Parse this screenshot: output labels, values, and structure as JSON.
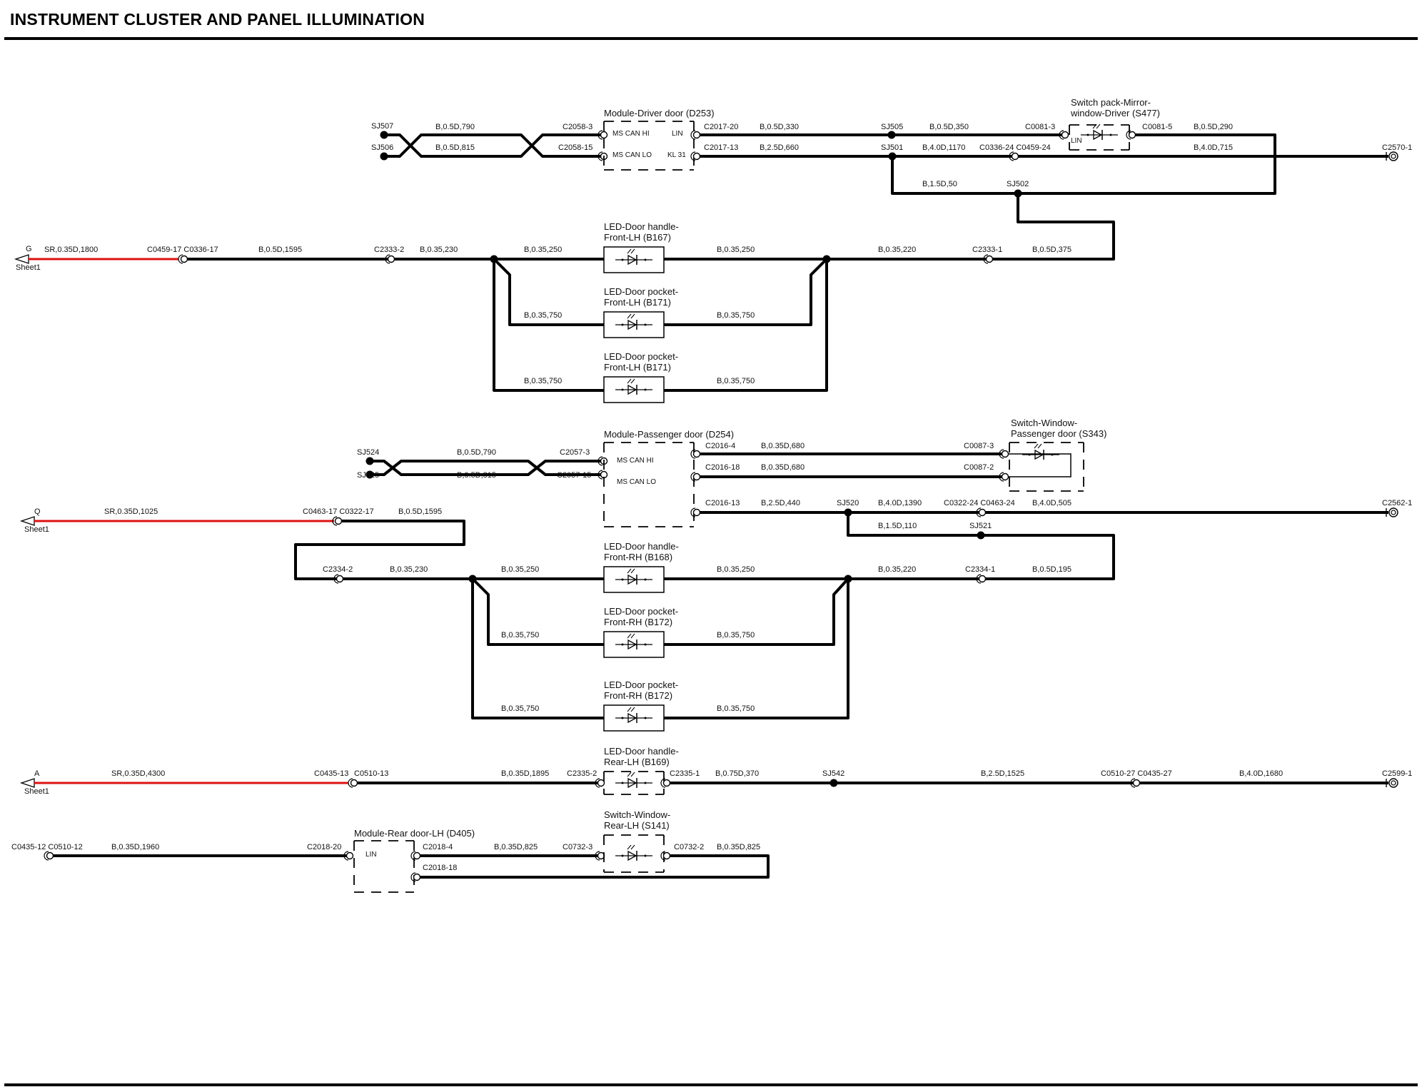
{
  "header": {
    "title": "INSTRUMENT CLUSTER AND PANEL ILLUMINATION"
  },
  "components": {
    "driver_module": [
      "Module-Driver door (D253)"
    ],
    "mirror_switch": [
      "Switch pack-Mirror-",
      "window-Driver (S477)"
    ],
    "led_handle_flh": [
      "LED-Door handle-",
      "Front-LH (B167)"
    ],
    "led_pocket_flh_1": [
      "LED-Door pocket-",
      "Front-LH (B171)"
    ],
    "led_pocket_flh_2": [
      "LED-Door pocket-",
      "Front-LH (B171)"
    ],
    "pass_module": [
      "Module-Passenger door (D254)"
    ],
    "window_switch_pass": [
      "Switch-Window-",
      "Passenger door (S343)"
    ],
    "led_handle_frh": [
      "LED-Door handle-",
      "Front-RH (B168)"
    ],
    "led_pocket_frh_1": [
      "LED-Door pocket-",
      "Front-RH (B172)"
    ],
    "led_pocket_frh_2": [
      "LED-Door pocket-",
      "Front-RH (B172)"
    ],
    "led_handle_rlh": [
      "LED-Door handle-",
      "Rear-LH (B169)"
    ],
    "window_switch_rlh": [
      "Switch-Window-",
      "Rear-LH (S141)"
    ],
    "rear_module": [
      "Module-Rear door-LH (D405)"
    ]
  },
  "pins": {
    "ms_can_hi": "MS CAN HI",
    "ms_can_lo": "MS CAN LO",
    "lin": "LIN",
    "kl31": "KL 31"
  },
  "off_sheet": [
    {
      "letter": "G",
      "sheet": "Sheet1"
    },
    {
      "letter": "Q",
      "sheet": "Sheet1"
    },
    {
      "letter": "A",
      "sheet": "Sheet1"
    }
  ],
  "splices": {
    "sj507": "SJ507",
    "sj506": "SJ506",
    "sj505": "SJ505",
    "sj501": "SJ501",
    "sj502": "SJ502",
    "sj524": "SJ524",
    "sj525": "SJ525",
    "sj520": "SJ520",
    "sj521": "SJ521",
    "sj542": "SJ542"
  },
  "connectors": {
    "c2058_3": "C2058-3",
    "c2058_15": "C2058-15",
    "c2017_20": "C2017-20",
    "c2017_13": "C2017-13",
    "c0081_3": "C0081-3",
    "c0081_5": "C0081-5",
    "c0336_24": "C0336-24 C0459-24",
    "c2570_1": "C2570-1",
    "c0459_17": "C0459-17 C0336-17",
    "c2333_2": "C2333-2",
    "c2333_1": "C2333-1",
    "c2057_3": "C2057-3",
    "c2057_15": "C2057-15",
    "c2016_4": "C2016-4",
    "c2016_18": "C2016-18",
    "c2016_13": "C2016-13",
    "c0087_3": "C0087-3",
    "c0087_2": "C0087-2",
    "c0322_24": "C0322-24 C0463-24",
    "c2562_1": "C2562-1",
    "c0463_17": "C0463-17 C0322-17",
    "c2334_2": "C2334-2",
    "c2334_1": "C2334-1",
    "c0435_13": "C0435-13",
    "c0510_13": "C0510-13",
    "c2335_2": "C2335-2",
    "c2335_1": "C2335-1",
    "c0510_27": "C0510-27 C0435-27",
    "c2599_1": "C2599-1",
    "c0435_12": "C0435-12 C0510-12",
    "c2018_20": "C2018-20",
    "c2018_4": "C2018-4",
    "c2018_18": "C2018-18",
    "c0732_3": "C0732-3",
    "c0732_2": "C0732-2"
  },
  "wires": {
    "w_sj507": "B,0.5D,790",
    "w_sj506": "B,0.5D,815",
    "w_330": "B,0.5D,330",
    "w_660": "B,2.5D,660",
    "w_350": "B,0.5D,350",
    "w_1170": "B,4.0D,1170",
    "w_290": "B,0.5D,290",
    "w_715": "B,4.0D,715",
    "w_50": "B,1.5D,50",
    "w_g_red": "SR,0.35D,1800",
    "w_1595": "B,0.5D,1595",
    "w_230": "B,0.35,230",
    "w_250a": "B,0.35,250",
    "w_250b": "B,0.35,250",
    "w_220": "B,0.35,220",
    "w_375": "B,0.5D,375",
    "w_750a": "B,0.35,750",
    "w_750b": "B,0.35,750",
    "w_750c": "B,0.35,750",
    "w_750d": "B,0.35,750",
    "w_p790": "B,0.5D,790",
    "w_p815": "B,0.5D,815",
    "w_680a": "B,0.35D,680",
    "w_680b": "B,0.35D,680",
    "w_440": "B,2.5D,440",
    "w_1390": "B,4.0D,1390",
    "w_505": "B,4.0D,505",
    "w_110": "B,1.5D,110",
    "w_q_red": "SR,0.35D,1025",
    "w_q1595": "B,0.5D,1595",
    "w_q230": "B,0.35,230",
    "w_q250a": "B,0.35,250",
    "w_q250b": "B,0.35,250",
    "w_q220": "B,0.35,220",
    "w_195": "B,0.5D,195",
    "w_q750a": "B,0.35,750",
    "w_q750b": "B,0.35,750",
    "w_q750c": "B,0.35,750",
    "w_q750d": "B,0.35,750",
    "w_a_red": "SR,0.35D,4300",
    "w_1895": "B,0.35D,1895",
    "w_370": "B,0.75D,370",
    "w_1525": "B,2.5D,1525",
    "w_1680": "B,4.0D,1680",
    "w_1960": "B,0.35D,1960",
    "w_825a": "B,0.35D,825",
    "w_825b": "B,0.35D,825"
  },
  "colors": {
    "wire": "#000000",
    "shielded_red": "#d11111"
  }
}
